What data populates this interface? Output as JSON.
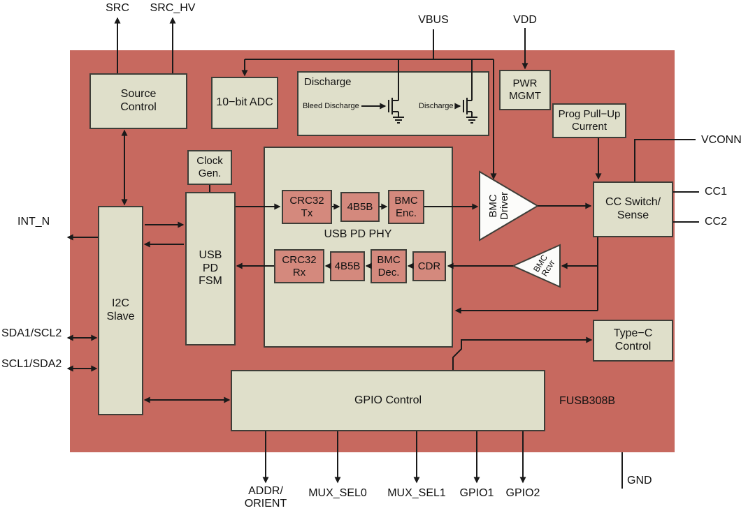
{
  "chip_label": "FUSB308B",
  "blocks": {
    "source_control": "Source\nControl",
    "adc": "10−bit ADC",
    "discharge_title": "Discharge",
    "bleed_discharge": "Bleed Discharge",
    "discharge_small": "Discharge",
    "pwr_mgmt": "PWR\nMGMT",
    "prog_pullup": "Prog Pull−Up\nCurrent",
    "clock_gen": "Clock\nGen.",
    "phy_label": "USB PD PHY",
    "crc32_tx": "CRC32\nTx",
    "fourb5b_tx": "4B5B",
    "bmc_enc": "BMC\nEnc.",
    "crc32_rx": "CRC32\nRx",
    "fourb5b_rx": "4B5B",
    "bmc_dec": "BMC\nDec.",
    "cdr": "CDR",
    "bmc_driver": "BMC\nDriver",
    "bmc_rcvr": "BMC\nRcvr",
    "cc_switch": "CC Switch/\nSense",
    "usb_pd_fsm": "USB\nPD\nFSM",
    "i2c_slave": "I2C\nSlave",
    "type_c_control": "Type−C\nControl",
    "gpio_control": "GPIO Control"
  },
  "pins": {
    "src": "SRC",
    "src_hv": "SRC_HV",
    "vbus": "VBUS",
    "vdd": "VDD",
    "vconn": "VCONN",
    "cc1": "CC1",
    "cc2": "CC2",
    "int_n": "INT_N",
    "sda1_scl2": "SDA1/SCL2",
    "scl1_sda2": "SCL1/SDA2",
    "addr_orient": "ADDR/\nORIENT",
    "mux_sel0": "MUX_SEL0",
    "mux_sel1": "MUX_SEL1",
    "gpio1": "GPIO1",
    "gpio2": "GPIO2",
    "gnd": "GND"
  },
  "colors": {
    "chip_background": "#C7695F",
    "block_background": "#DFDFCA",
    "inner_block_background": "#D4897D",
    "block_border": "#3E3E38",
    "wire": "#1A1A1A",
    "triangle_fill": "#FCFCFA"
  }
}
